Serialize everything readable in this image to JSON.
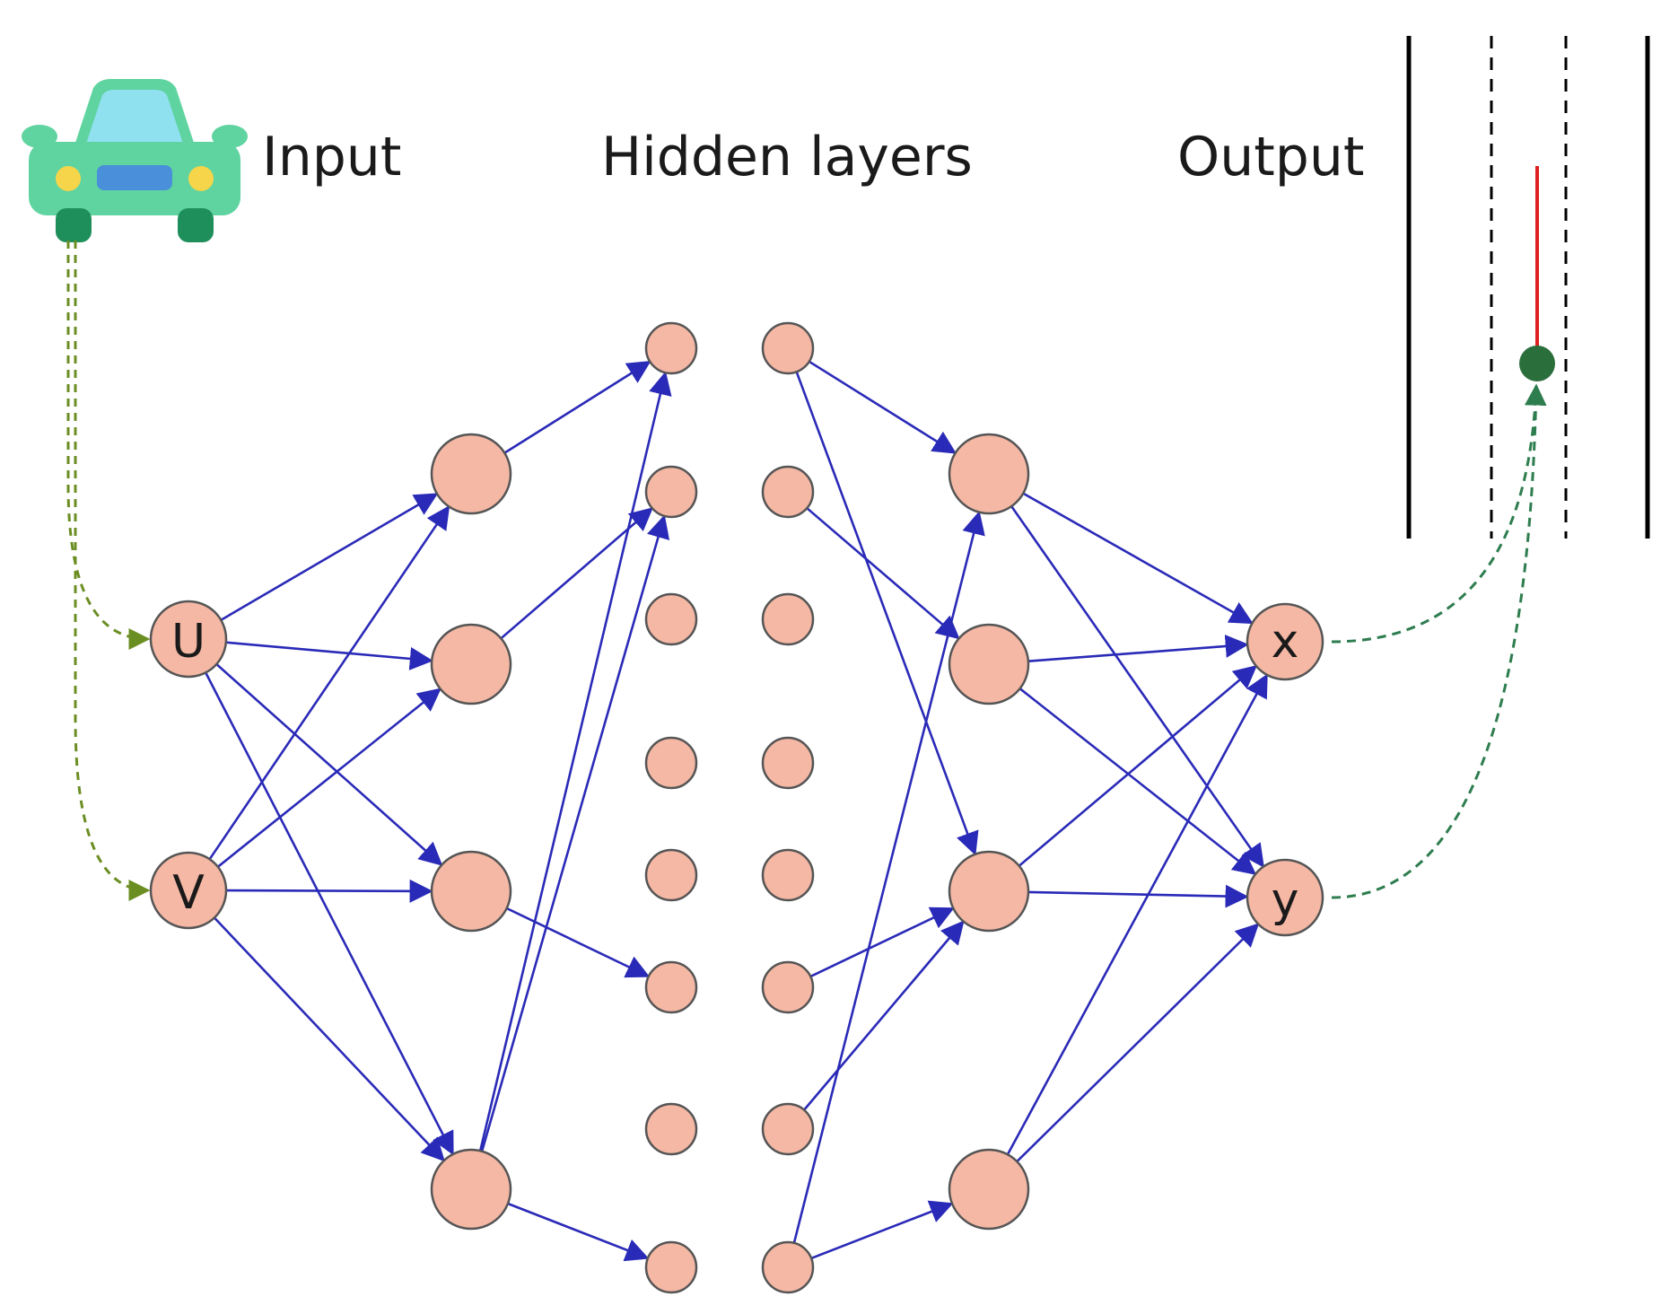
{
  "labels": {
    "input": "Input",
    "hidden": "Hidden layers",
    "output": "Output"
  },
  "nodes": {
    "input_1": "U",
    "input_2": "V",
    "output_1": "x",
    "output_2": "y"
  },
  "colors": {
    "node_fill": "#f5b8a5",
    "node_stroke": "#555555",
    "edge": "#2a2ab8",
    "input_flow": "#6b8e23",
    "output_flow": "#2e7d4f",
    "car_body": "#5fd3a0",
    "car_window": "#8fe1f0",
    "car_wheel": "#1e8f5a",
    "car_light": "#f6d54a",
    "trajectory": "#e02020",
    "vehicle_marker": "#2a6e3c"
  },
  "icons": {
    "vehicle": "car-icon",
    "lane": "road-lane-icon"
  }
}
